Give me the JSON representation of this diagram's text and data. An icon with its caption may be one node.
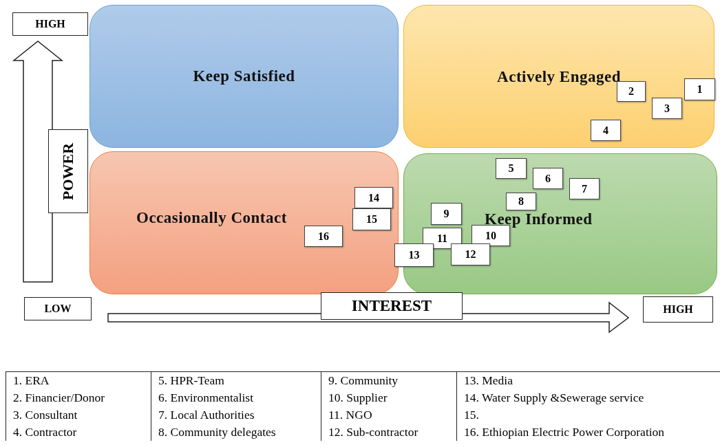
{
  "diagram": {
    "nodes": [
      {
        "text": [
          "HIGH"
        ]
      },
      {
        "text": [
          "Keep Satisfied"
        ]
      },
      {
        "text": [
          "Actively Engaged"
        ]
      },
      {
        "text": [
          "1"
        ],
        "in": 2
      },
      {
        "text": [
          "2"
        ],
        "in": 2
      },
      {
        "text": [
          "3"
        ],
        "in": 2
      },
      {
        "text": [
          "4"
        ],
        "in": 2
      },
      {
        "text": [
          "POWER"
        ]
      },
      {
        "text": [
          "Occasionally Contact"
        ]
      },
      {
        "text": [
          "14"
        ],
        "in": 8
      },
      {
        "text": [
          "15"
        ],
        "in": 8
      },
      {
        "text": [
          "16"
        ],
        "in": 8
      },
      {
        "text": [
          "Keep Informed"
        ]
      },
      {
        "text": [
          "5"
        ],
        "in": 12
      },
      {
        "text": [
          "6"
        ],
        "in": 12
      },
      {
        "text": [
          "7"
        ],
        "in": 12
      },
      {
        "text": [
          "8"
        ],
        "in": 12
      },
      {
        "text": [
          "9"
        ],
        "in": 12
      },
      {
        "text": [
          "10"
        ],
        "in": 12
      },
      {
        "text": [
          "11"
        ],
        "in": 12
      },
      {
        "text": [
          "12"
        ],
        "in": 12
      },
      {
        "text": [
          "13"
        ]
      },
      {
        "text": [
          "LOW"
        ]
      },
      {
        "text": [
          "INTEREST"
        ]
      },
      {
        "text": [
          "HIGH"
        ]
      }
    ],
    "labels": [
      "1.  ERA",
      "5. HPR-Team",
      "9.  Community",
      "13. Media",
      "2.  Financier/Donor",
      "6. Environmentalist",
      "10. Supplier",
      "14. Water Supply &Sewerage service",
      "3.  Consultant",
      "7. Local Authorities",
      "11. NGO",
      "15.",
      "4.  Contractor",
      "8. Community delegates",
      "12. Sub-contractor",
      "16. Ethiopian Electric Power Corporation"
    ]
  }
}
